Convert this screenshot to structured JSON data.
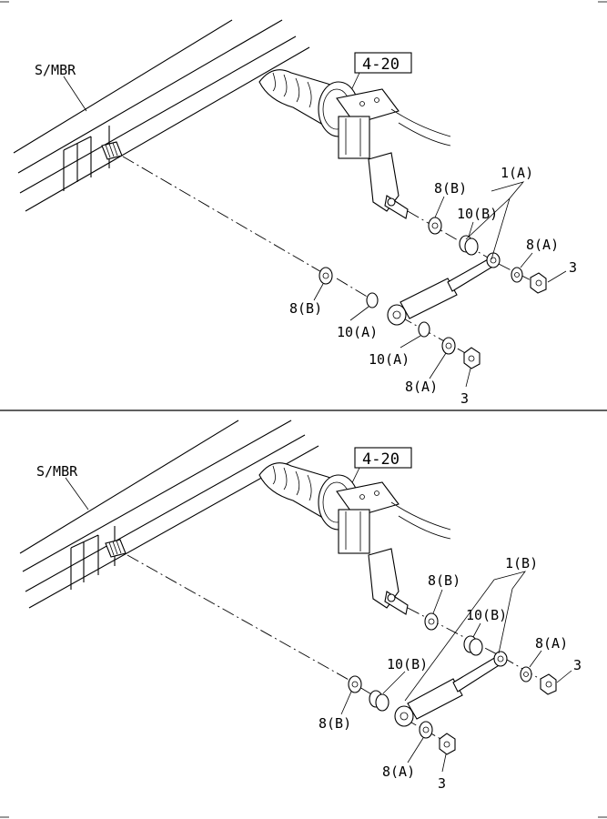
{
  "panels": [
    {
      "id": "top",
      "member_label": "S/MBR",
      "ref_label": "4-20",
      "callouts": {
        "assembly": "1(A)",
        "washer_upper": "8(B)",
        "bushing_upper": "10(B)",
        "washer_outer_upper": "8(A)",
        "nut_upper": "3",
        "washer_frame": "8(B)",
        "bushing_frame": "10(A)",
        "bushing_lower": "10(A)",
        "washer_lower": "8(A)",
        "nut_lower": "3"
      }
    },
    {
      "id": "bottom",
      "member_label": "S/MBR",
      "ref_label": "4-20",
      "callouts": {
        "assembly": "1(B)",
        "washer_upper": "8(B)",
        "bushing_upper": "10(B)",
        "washer_outer_upper": "8(A)",
        "nut_upper": "3",
        "washer_frame": "8(B)",
        "bushing_frame": "10(B)",
        "washer_lower": "8(A)",
        "nut_lower": "3"
      }
    }
  ]
}
